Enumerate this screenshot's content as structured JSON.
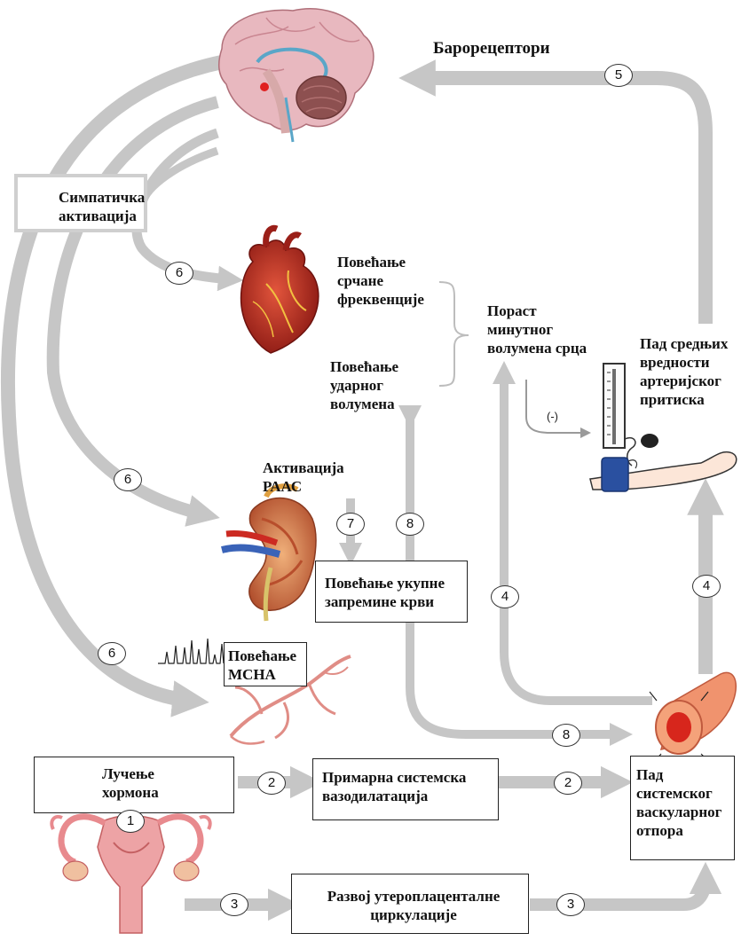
{
  "labels": {
    "baroreceptors": "Барорецептори",
    "sympathetic": "Симпатичка\nактивација",
    "hr_increase": "Повећање\nсрчане\nфреквенције",
    "sv_increase": "Повећање\nударног\nволумена",
    "co_increase": "Пораст\nминутног\nволумена срца",
    "map_drop": "Пад средњих\nвредности\nартеријског\nпритиска",
    "raas": "Активација\nРААС",
    "blood_volume": "Повећање укупне\nзапремине крви",
    "msna": "Повећање\nMCHA",
    "hormone": "Лучење\nхормона",
    "vasodilation": "Примарна системска\nвазодилатација",
    "svr_drop": "Пад\nсистемског\nваскуларног\nотпора",
    "uteroplacental": "Развој утероплаценталне\nциркулације",
    "negative": "(-)"
  },
  "steps": {
    "s1": "1",
    "s2a": "2",
    "s2b": "2",
    "s3a": "3",
    "s3b": "3",
    "s4a": "4",
    "s4b": "4",
    "s5": "5",
    "s6a": "6",
    "s6b": "6",
    "s6c": "6",
    "s7": "7",
    "s8a": "8",
    "s8b": "8"
  },
  "colors": {
    "arrow": "#c6c6c6",
    "box_border": "#222222",
    "heart": "#b3261e",
    "kidney": "#c0583a",
    "vessel": "#e0604a"
  }
}
